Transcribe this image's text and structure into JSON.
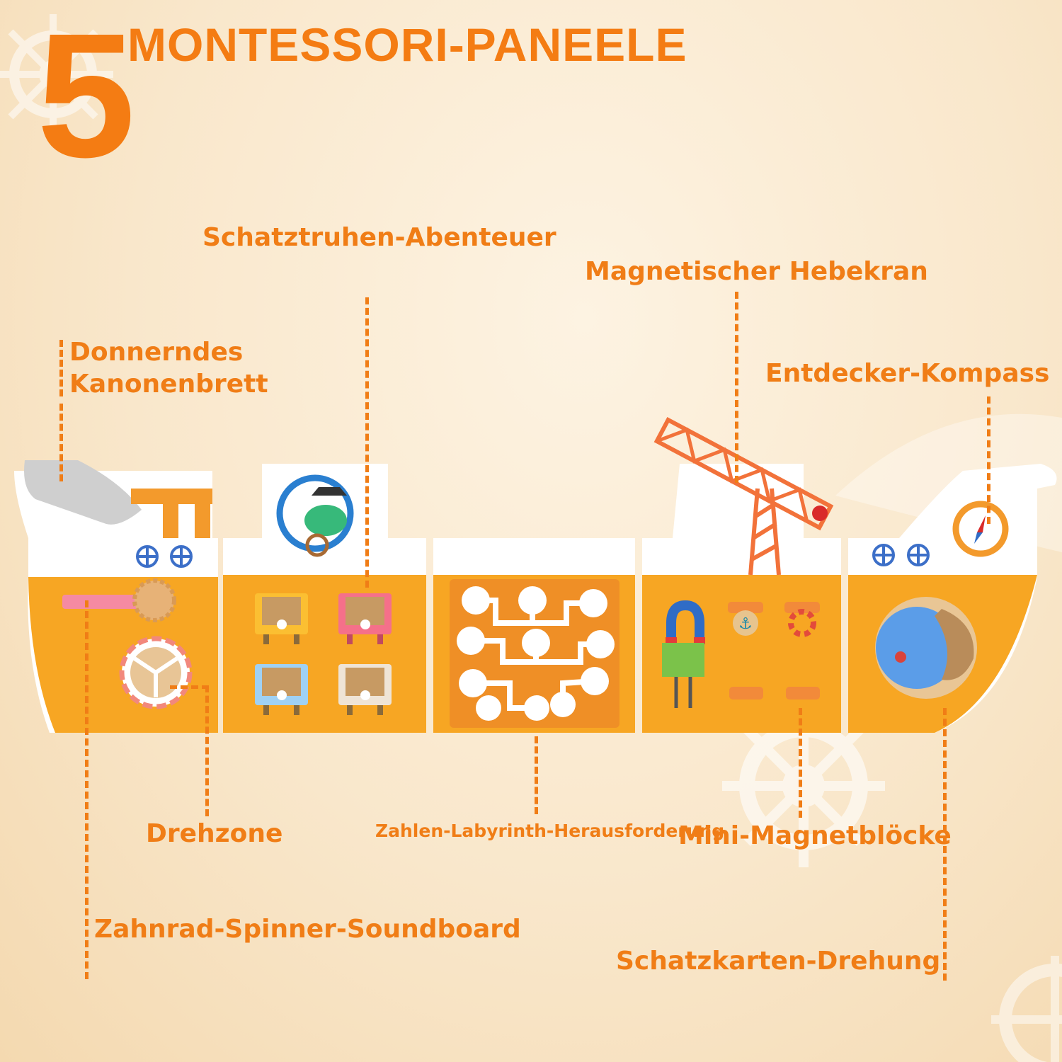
{
  "headline": {
    "number": "5",
    "title": "MONTESSORI-PANEELE"
  },
  "labels": {
    "cannon_board": "Donnerndes Kanonenbrett",
    "treasure_chest": "Schatztruhen-Abenteuer",
    "crane": "Magnetischer Hebekran",
    "compass": "Entdecker-Kompass",
    "spin_zone": "Drehzone",
    "number_maze": "Zahlen-Labyrinth-Herausforderung",
    "mini_magnets": "Mini-Magnetblöcke",
    "gear_spinner": "Zahnrad-Spinner-Soundboard",
    "map_rotation": "Schatzkarten-Drehung"
  },
  "colors": {
    "accent": "#f07d16",
    "hull": "#f7a623",
    "cabin": "#ffffff"
  },
  "icons": [
    "ship-wheel-icon",
    "porthole-icon",
    "compass-icon",
    "magnet-icon",
    "anchor-icon",
    "lifebuoy-icon"
  ]
}
